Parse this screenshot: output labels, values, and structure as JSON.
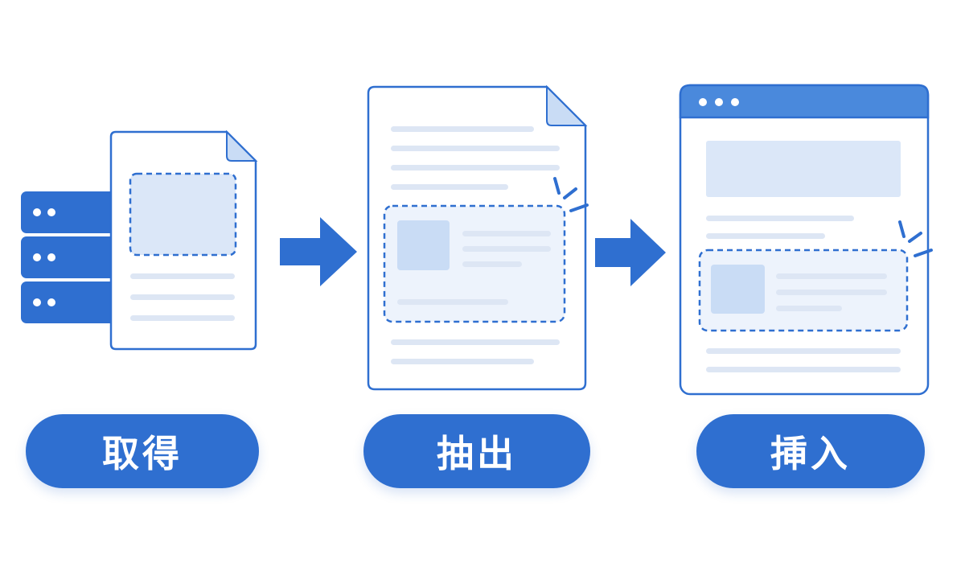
{
  "steps": [
    {
      "id": "fetch",
      "label": "取得",
      "icon": "server-document-icon"
    },
    {
      "id": "extract",
      "label": "抽出",
      "icon": "document-extract-icon"
    },
    {
      "id": "insert",
      "label": "挿入",
      "icon": "browser-insert-icon"
    }
  ],
  "colors": {
    "primary": "#2f6fd0",
    "primary_dark": "#2a62bf",
    "light_fill": "#dbe7f8",
    "lighter_fill": "#edf3fc",
    "line": "#dde6f4",
    "paper": "#ffffff"
  }
}
